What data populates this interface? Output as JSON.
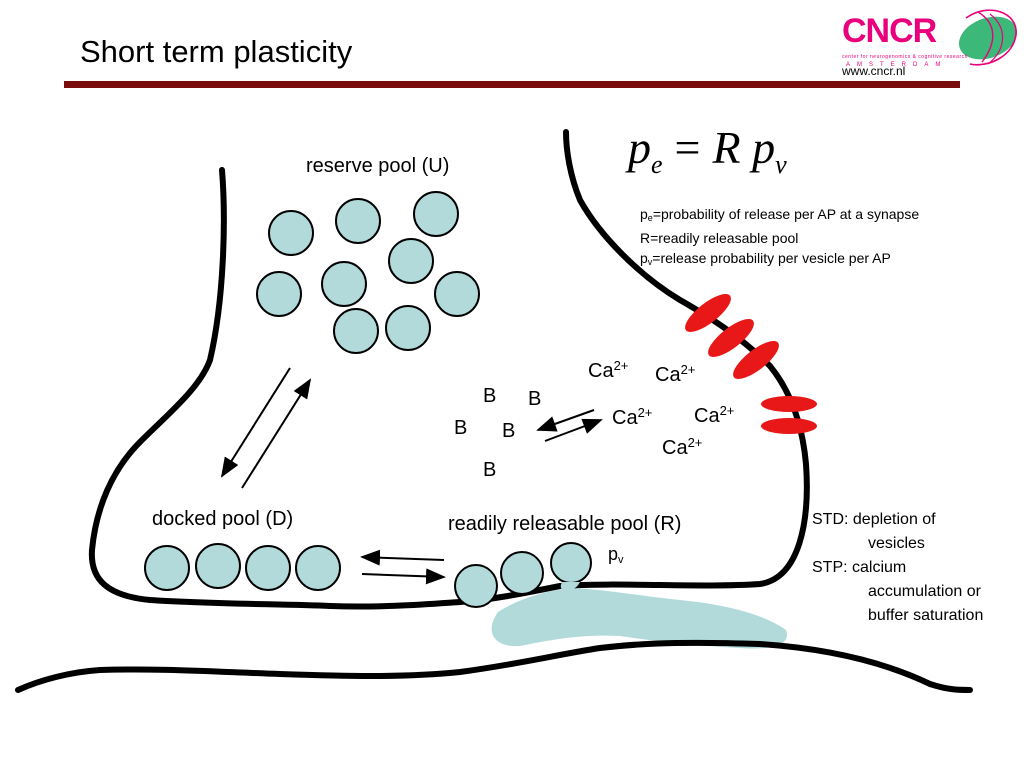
{
  "slide": {
    "title": "Short term plasticity"
  },
  "logo": {
    "brand": "CNCR",
    "tagline": "center for neurogenomics & cognitive research",
    "city": "AMSTERDAM",
    "url": "www.cncr.nl",
    "colors": {
      "magenta": "#e8007d",
      "green": "#3cb878"
    }
  },
  "formula": {
    "lhs": "p",
    "lhs_sub": "e",
    "eq": "=",
    "r": "R",
    "rhs": "p",
    "rhs_sub": "v"
  },
  "definitions": [
    {
      "sym": "p",
      "sub": "e",
      "text": "=probability of release per AP at a synapse"
    },
    {
      "sym": "R",
      "sub": "",
      "text": "=readily releasable pool"
    },
    {
      "sym": "p",
      "sub": "v",
      "text": "=release probability per vesicle per AP"
    }
  ],
  "pools": {
    "reserve": "reserve pool (U)",
    "docked": "docked pool (D)",
    "readily_releasable": "readily releasable pool (R)"
  },
  "ions": [
    {
      "base": "Ca",
      "charge": "2+"
    },
    {
      "base": "Ca",
      "charge": "2+"
    },
    {
      "base": "Ca",
      "charge": "2+"
    },
    {
      "base": "Ca",
      "charge": "2+"
    },
    {
      "base": "Ca",
      "charge": "2+"
    }
  ],
  "buffers": [
    "B",
    "B",
    "B",
    "B",
    "B"
  ],
  "pv_label": {
    "base": "p",
    "sub": "v"
  },
  "notes": {
    "std_line1": "STD: depletion of",
    "std_line2": "vesicles",
    "stp_line1": "STP: calcium",
    "stp_line2": "accumulation or",
    "stp_line3": "buffer saturation"
  },
  "colors": {
    "vesicle_fill": "#b2dadb",
    "channel": "#e81818",
    "title_rule": "#7a0c0c",
    "cleft_fill": "#b2dadb"
  }
}
